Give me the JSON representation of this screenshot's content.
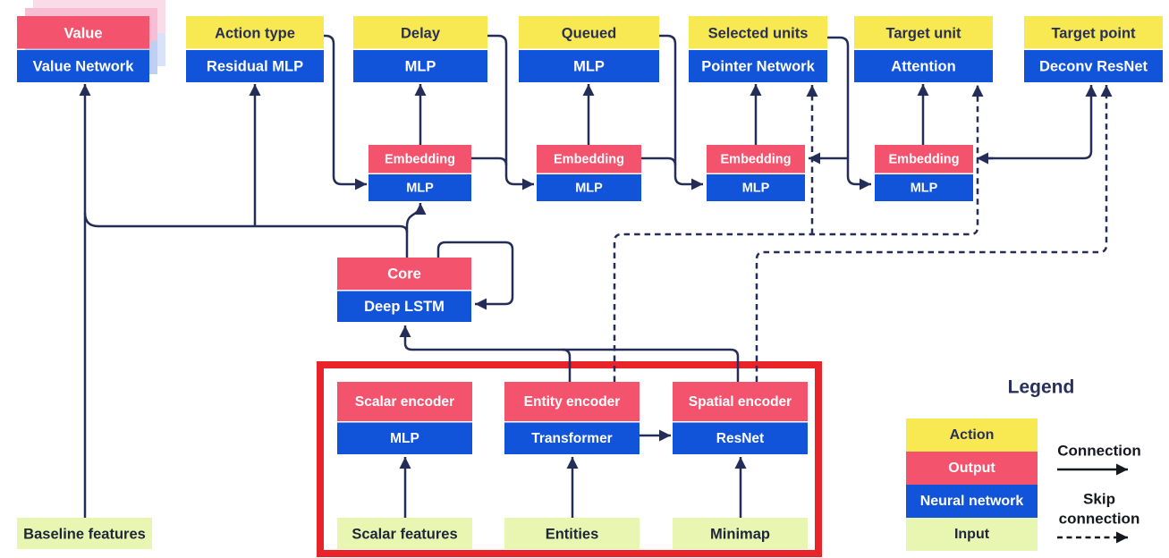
{
  "diagram": {
    "heads": [
      {
        "label": "Value",
        "network": "Value Network"
      },
      {
        "label": "Action type",
        "network": "Residual MLP"
      },
      {
        "label": "Delay",
        "network": "MLP"
      },
      {
        "label": "Queued",
        "network": "MLP"
      },
      {
        "label": "Selected units",
        "network": "Pointer Network"
      },
      {
        "label": "Target unit",
        "network": "Attention"
      },
      {
        "label": "Target point",
        "network": "Deconv ResNet"
      }
    ],
    "embeddings": [
      {
        "label": "Embedding",
        "network": "MLP"
      },
      {
        "label": "Embedding",
        "network": "MLP"
      },
      {
        "label": "Embedding",
        "network": "MLP"
      },
      {
        "label": "Embedding",
        "network": "MLP"
      }
    ],
    "core": {
      "label": "Core",
      "network": "Deep LSTM"
    },
    "encoders": [
      {
        "label": "Scalar encoder",
        "network": "MLP"
      },
      {
        "label": "Entity encoder",
        "network": "Transformer"
      },
      {
        "label": "Spatial encoder",
        "network": "ResNet"
      }
    ],
    "inputs": [
      {
        "label": "Baseline features"
      },
      {
        "label": "Scalar features"
      },
      {
        "label": "Entities"
      },
      {
        "label": "Minimap"
      }
    ]
  },
  "legend": {
    "title": "Legend",
    "items": [
      {
        "label": "Action",
        "color": "#f8e852"
      },
      {
        "label": "Output",
        "color": "#f4536e"
      },
      {
        "label": "Neural network",
        "color": "#1254d9"
      },
      {
        "label": "Input",
        "color": "#e9f6b2"
      }
    ],
    "connection_label": "Connection",
    "skip_label_line1": "Skip",
    "skip_label_line2": "connection"
  },
  "colors": {
    "action_yellow": "#f8e852",
    "output_pink": "#f4536e",
    "network_blue": "#1254d9",
    "input_green": "#e9f6b2",
    "line_navy": "#232d58",
    "highlight_red": "#e8232a"
  }
}
